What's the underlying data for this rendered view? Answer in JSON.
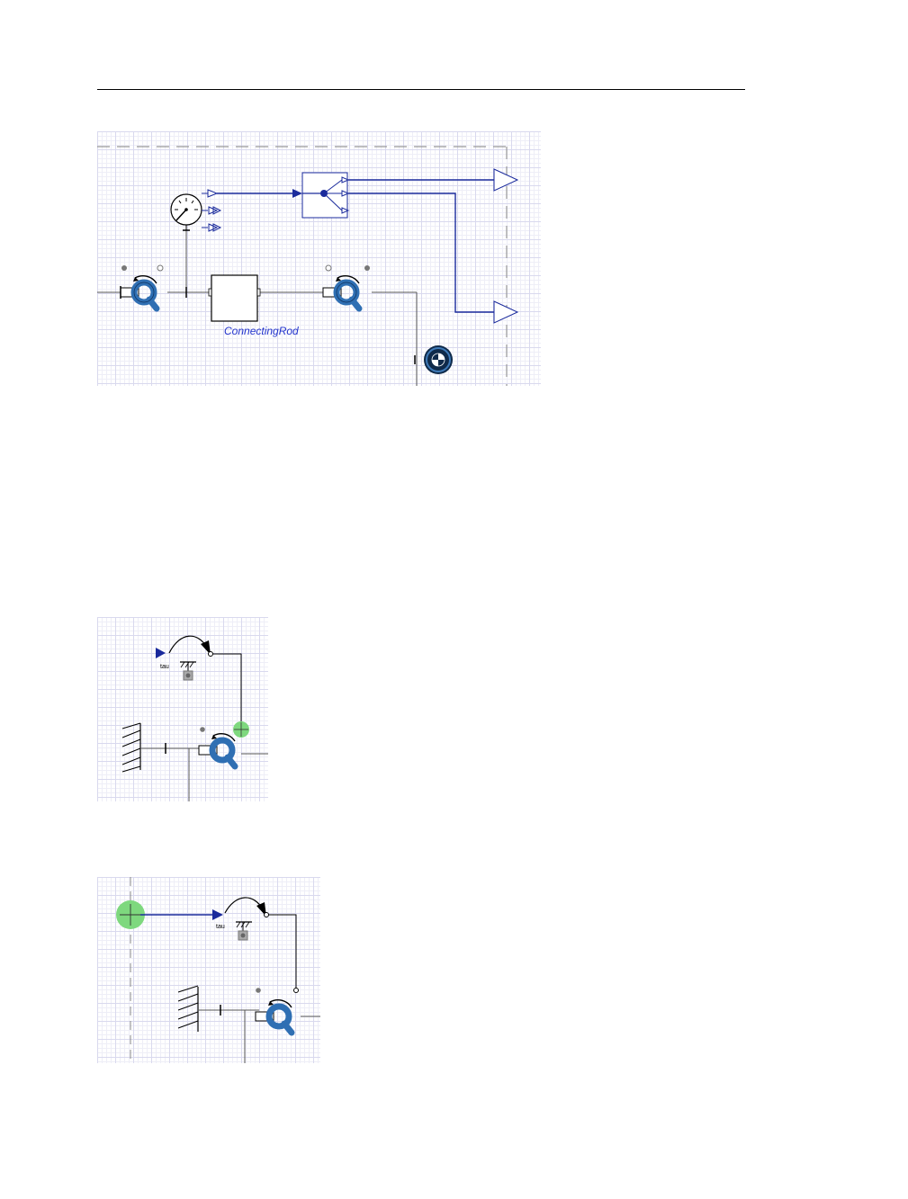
{
  "diagram1": {
    "connecting_rod_label": "ConnectingRod"
  },
  "diagram2": {
    "torque_input_label": "tau"
  },
  "diagram3": {
    "torque_input_label": "tau"
  },
  "colors": {
    "signal_line": "#1a2a9c",
    "revolute_blue": "#3a7ac0",
    "connector_highlight": "#7ed87e",
    "label_blue": "#2233cc"
  }
}
